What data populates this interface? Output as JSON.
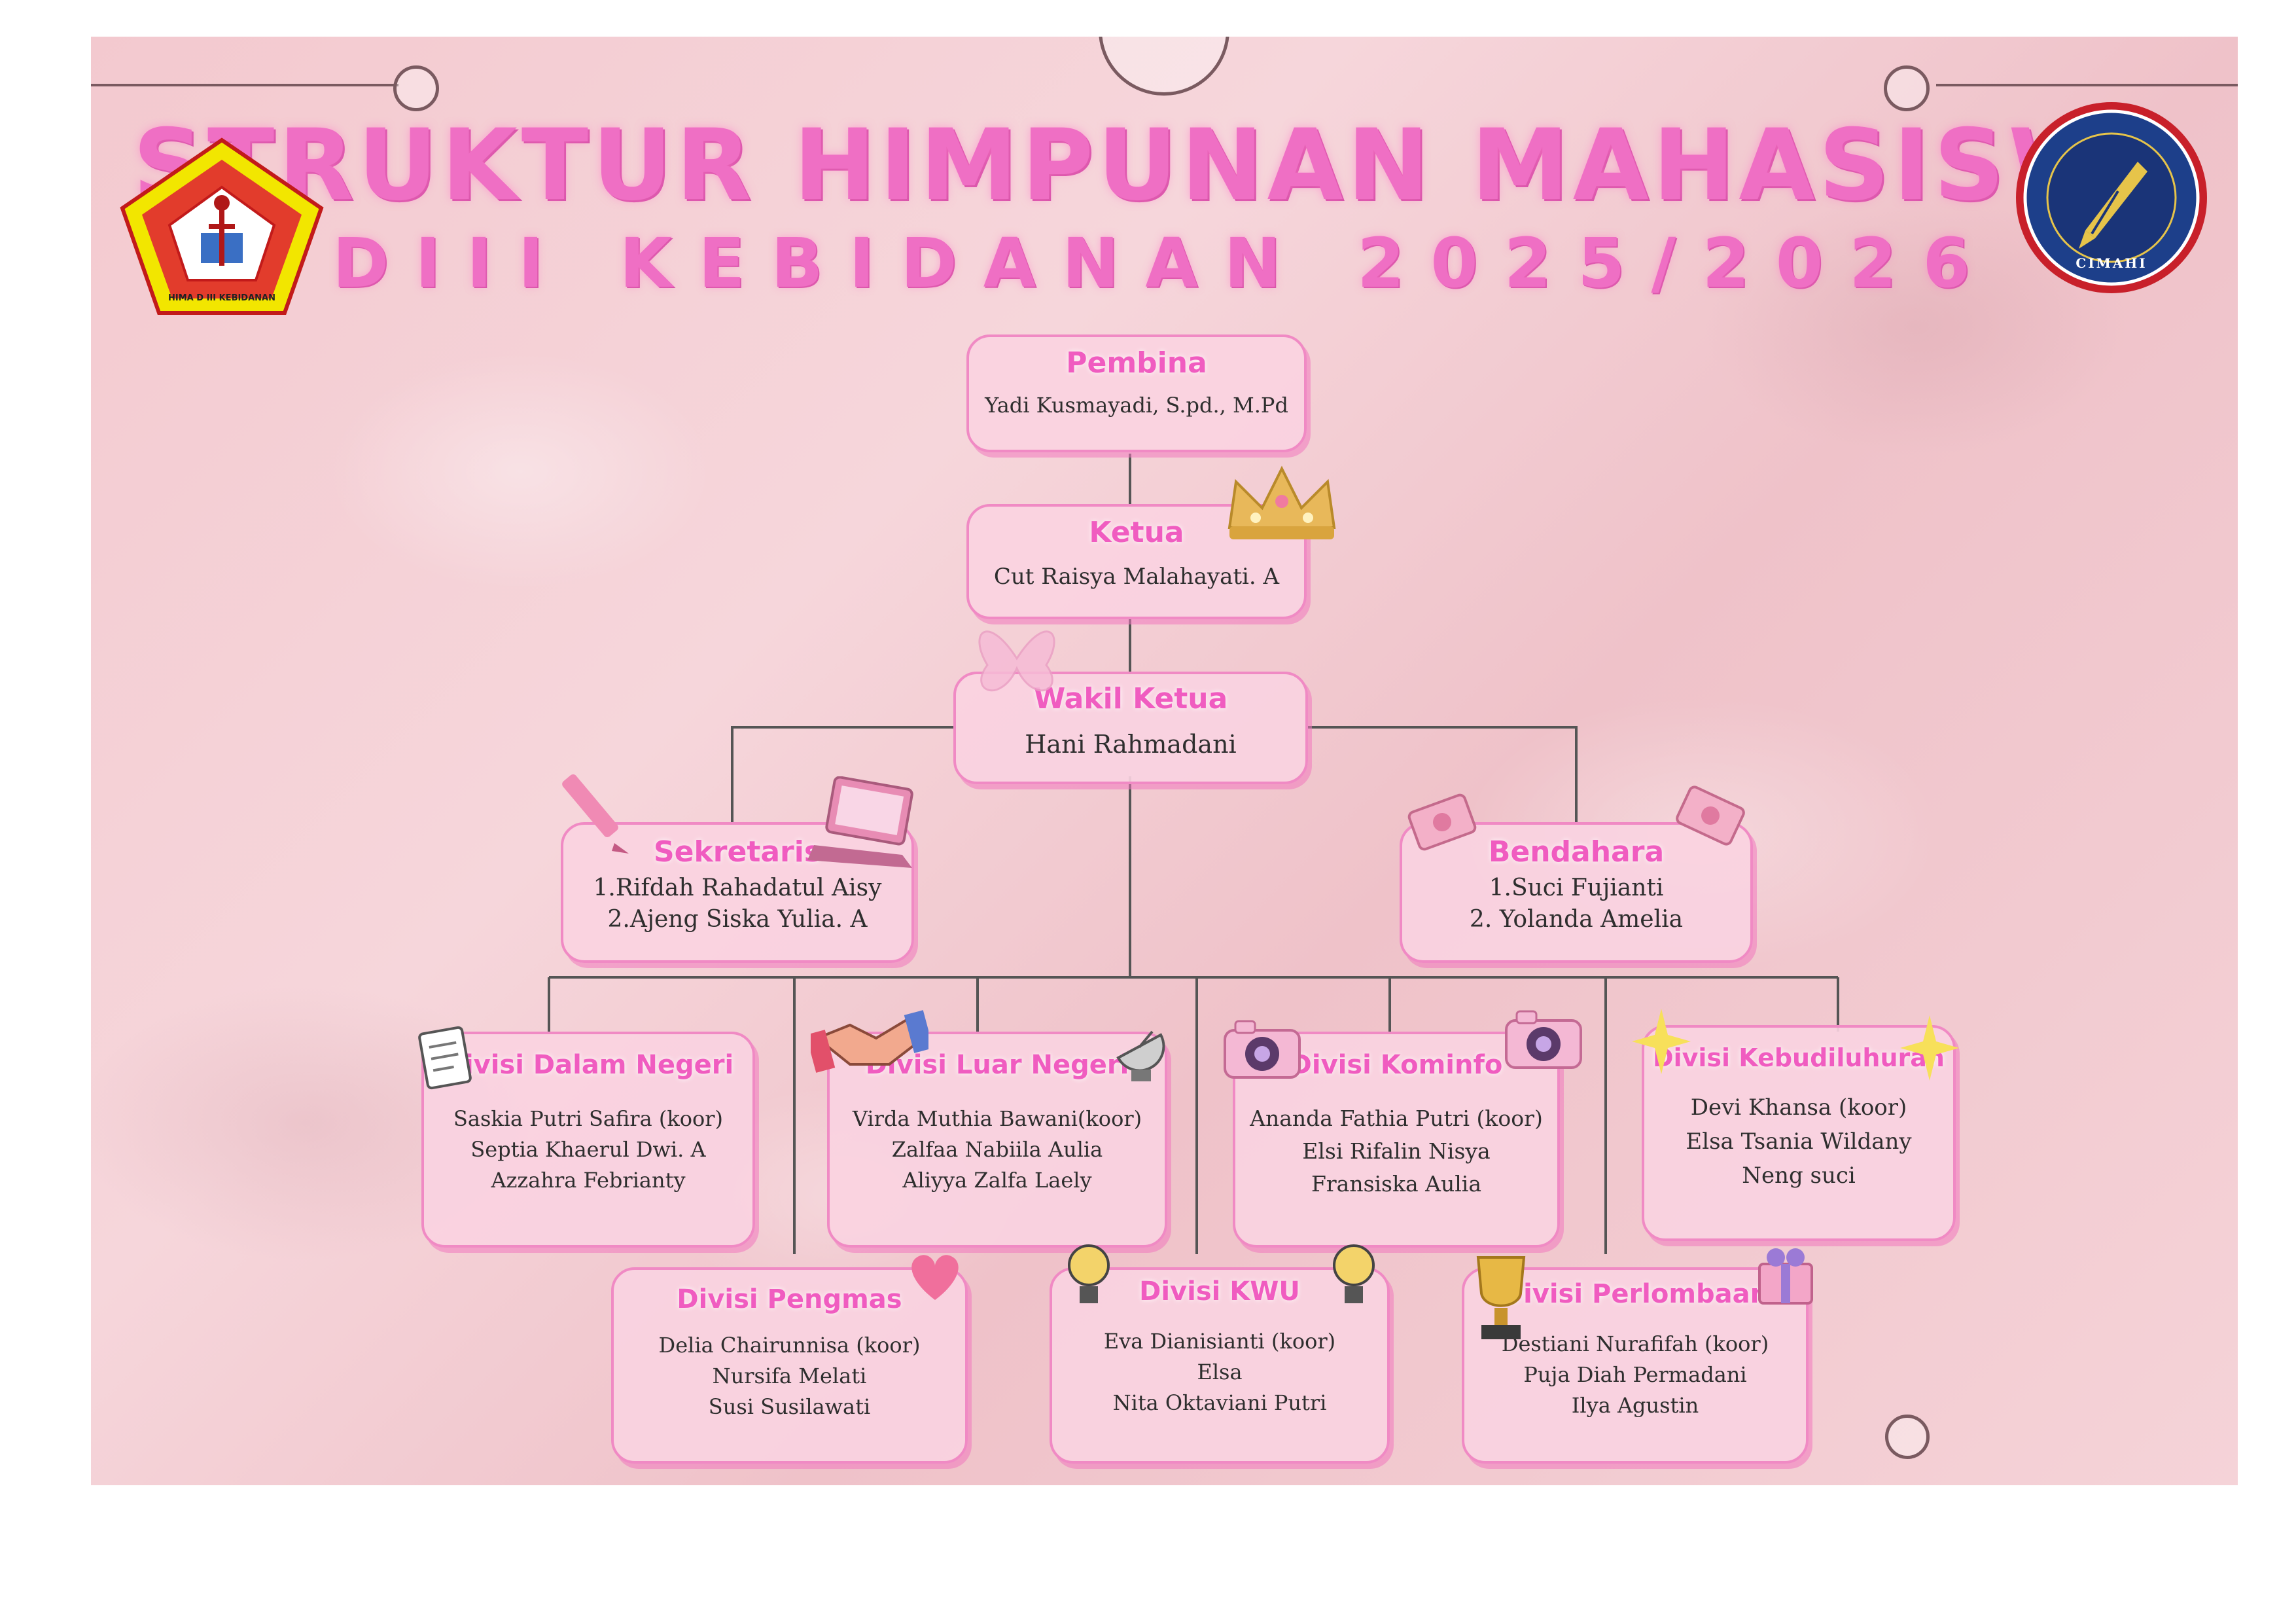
{
  "title": "STRUKTUR HIMPUNAN MAHASISWA",
  "subtitle": "DIII KEBIDANAN 2025/2026",
  "logos": {
    "left_label": "HIMA D III KEBIDANAN",
    "right_label": "CIMAHI"
  },
  "pembina": {
    "heading": "Pembina",
    "name": "Yadi Kusmayadi, S.pd., M.Pd"
  },
  "ketua": {
    "heading": "Ketua",
    "name": "Cut Raisya Malahayati. A"
  },
  "wakil": {
    "heading": "Wakil Ketua",
    "name": "Hani Rahmadani"
  },
  "sekretaris": {
    "heading": "Sekretaris",
    "members": [
      "1.Rifdah Rahadatul Aisy",
      "2.Ajeng Siska Yulia. A"
    ]
  },
  "bendahara": {
    "heading": "Bendahara",
    "members": [
      "1.Suci Fujianti",
      "2. Yolanda Amelia"
    ]
  },
  "divisions": [
    {
      "heading": "Divisi Dalam Negeri",
      "members": [
        "Saskia Putri Safira (koor)",
        "Septia Khaerul Dwi. A",
        "Azzahra Febrianty"
      ]
    },
    {
      "heading": "Divisi Luar Negeri",
      "members": [
        "Virda Muthia Bawani(koor)",
        "Zalfaa Nabiila Aulia",
        "Aliyya Zalfa Laely"
      ]
    },
    {
      "heading": "Divisi Kominfo",
      "members": [
        "Ananda Fathia Putri (koor)",
        "Elsi Rifalin Nisya",
        "Fransiska Aulia"
      ]
    },
    {
      "heading": "Divisi Kebudiluhuran",
      "members": [
        "Devi Khansa (koor)",
        "Elsa Tsania Wildany",
        "Neng suci"
      ]
    },
    {
      "heading": "Divisi Pengmas",
      "members": [
        "Delia Chairunnisa (koor)",
        "Nursifa Melati",
        "Susi Susilawati"
      ]
    },
    {
      "heading": "Divisi KWU",
      "members": [
        "Eva Dianisianti (koor)",
        "Elsa",
        "Nita Oktaviani Putri"
      ]
    },
    {
      "heading": "Divisi Perlombaan",
      "members": [
        "Destiani Nurafifah (koor)",
        "Puja Diah Permadani",
        "Ilya Agustin"
      ]
    }
  ],
  "colors": {
    "accent": "#ef6fc4",
    "card_border": "#f08ac4",
    "connector": "#555555",
    "background": "#f3c9cf"
  },
  "icons": [
    "crown-icon",
    "butterfly-icon",
    "pencil-icon",
    "laptop-icon",
    "money-icon",
    "document-icon",
    "handshake-icon",
    "satellite-icon",
    "camera-icon",
    "sparkle-icon",
    "heart-icon",
    "lightbulb-icon",
    "trophy-icon",
    "gift-icon"
  ]
}
